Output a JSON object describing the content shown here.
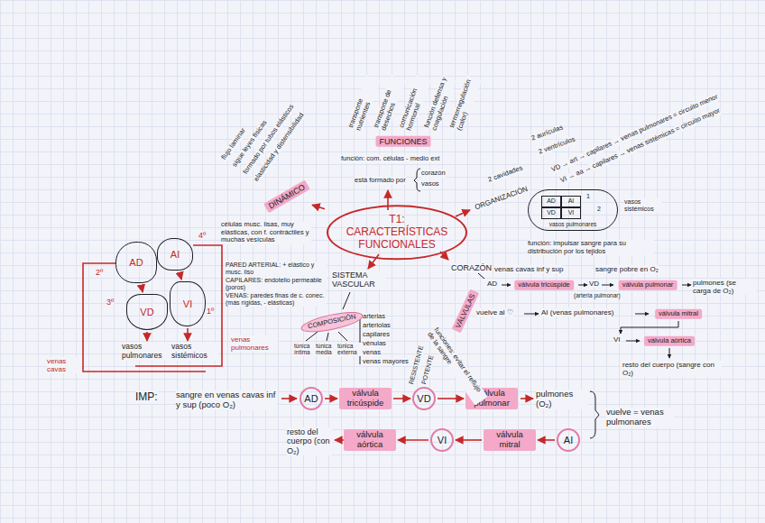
{
  "diagram": {
    "nodes": [
      {
        "text": [
          "T1: CARACTERÍSTICAS FUNCIONALES"
        ]
      },
      {
        "text": [
          "FUNCIONES"
        ]
      },
      {
        "text": [
          "DINÁMICO"
        ]
      },
      {
        "text": [
          "COMPOSICIÓN"
        ]
      },
      {
        "text": [
          "VÁLVULAS"
        ]
      },
      {
        "text": [
          "válvula tricúspide"
        ]
      },
      {
        "text": [
          "válvula pulmonar"
        ]
      },
      {
        "text": [
          "válvula mitral"
        ]
      },
      {
        "text": [
          "válvula aórtica"
        ]
      },
      {
        "text": [
          "vasos pulmonares"
        ]
      },
      {
        "text": [
          "AD"
        ],
        "in": 9
      },
      {
        "text": [
          "AI"
        ],
        "in": 9
      },
      {
        "text": [
          "VD"
        ],
        "in": 9
      },
      {
        "text": [
          "VI"
        ],
        "in": 9
      },
      {
        "text": [
          "AD"
        ]
      },
      {
        "text": [
          "AI"
        ]
      },
      {
        "text": [
          "VD"
        ]
      },
      {
        "text": [
          "VI"
        ]
      },
      {
        "text": [
          "AD"
        ]
      },
      {
        "text": [
          "válvula tricúspide"
        ]
      },
      {
        "text": [
          "VD"
        ]
      },
      {
        "text": [
          "válvula pulmonar"
        ]
      },
      {
        "text": [
          "AI"
        ]
      },
      {
        "text": [
          "válvula mitral"
        ]
      },
      {
        "text": [
          "VI"
        ]
      },
      {
        "text": [
          "válvula aórtica"
        ]
      }
    ],
    "edges": [
      {
        "from": 0,
        "to": 2,
        "arrow": "to"
      },
      {
        "from": 14,
        "to": 16,
        "arrow": "to"
      },
      {
        "from": 15,
        "to": 17,
        "arrow": "to"
      },
      {
        "from": 18,
        "to": 19,
        "arrow": "to"
      },
      {
        "from": 19,
        "to": 20,
        "arrow": "to"
      },
      {
        "from": 20,
        "to": 21,
        "arrow": "to"
      },
      {
        "from": 22,
        "to": 23,
        "arrow": "to"
      },
      {
        "from": 23,
        "to": 24,
        "arrow": "to"
      },
      {
        "from": 24,
        "to": 25,
        "arrow": "to"
      }
    ],
    "labels": [
      "transporte nutrientes",
      "transporte de desechos",
      "comunicación hormonal",
      "función defensa y coagulación",
      "termorregulación (calor)",
      "función: com. células - medio ext",
      "está formado por",
      "corazón",
      "vasos",
      "flujo laminar",
      "sigue leyes físicas",
      "formado por tubos elásticos",
      "elasticidad y distensibilidad",
      "células musc. lisas, muy elásticas, con f. contráctiles y muchas vesículas",
      "ORGANIZACIÓN",
      "2 cavidades",
      "2 aurículas",
      "2 ventrículos",
      "VD → art → capilares → venas pulmonares = circuito menor",
      "VI → aa → capilares → venas sistémicas = circuito mayor",
      "vasos sistémicos",
      "1",
      "2",
      "CORAZÓN",
      "función: impulsar sangre para su distribución por los tejidos",
      "venas cavas inf y sup",
      "sangre pobre en O₂",
      "AD",
      "VD",
      "(arteria pulmonar)",
      "pulmones (se carga de O₂)",
      "vuelve al ♡",
      "AI (venas pulmonares)",
      "VI",
      "resto del cuerpo (sangre con O₂)",
      "funciones: evitar el reflujo de la sangre",
      "RESISTENTE",
      "POTENTE",
      "SISTEMA VASCULAR",
      "PARED ARTERIAL: + elástico y musc. liso",
      "CAPILARES: endotelio permeable (poros)",
      "VENAS: paredes finas de c. conec. (más rígidas, - elásticas)",
      "arterias",
      "arteriolas",
      "capilares",
      "vénulas",
      "venas",
      "venas mayores",
      "túnica íntima",
      "túnica media",
      "túnica externa",
      "1º",
      "2º",
      "3º",
      "4º",
      "vasos pulmonares",
      "vasos sistémicos",
      "venas pulmonares",
      "venas cavas",
      "IMP:",
      "sangre en venas cavas inf y sup (poco O₂)",
      "pulmones (O₂)",
      "vuelve = venas pulmonares",
      "resto del cuerpo (con O₂)"
    ]
  }
}
